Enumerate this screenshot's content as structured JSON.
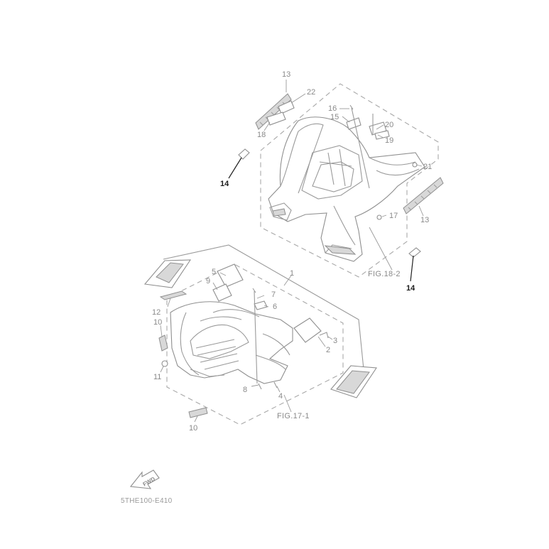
{
  "callouts": {
    "c1": "1",
    "c2": "2",
    "c3": "3",
    "c4": "4",
    "c5": "5",
    "c6": "6",
    "c7": "7",
    "c8": "8",
    "c9": "9",
    "c10a": "10",
    "c10b": "10",
    "c11": "11",
    "c12": "12",
    "c13a": "13",
    "c13b": "13",
    "c14a": "14",
    "c14b": "14",
    "c15": "15",
    "c16": "16",
    "c17": "17",
    "c18": "18",
    "c19": "19",
    "c20": "20",
    "c21": "21",
    "c22": "22"
  },
  "figure_refs": {
    "rear": "FIG.18-2",
    "front": "FIG.17-1"
  },
  "fwd_label": "FWD",
  "diagram_code": "5THE100-E410",
  "colors": {
    "line": "#9a9a9a",
    "highlight": "#1a1a1a",
    "background": "#ffffff"
  }
}
